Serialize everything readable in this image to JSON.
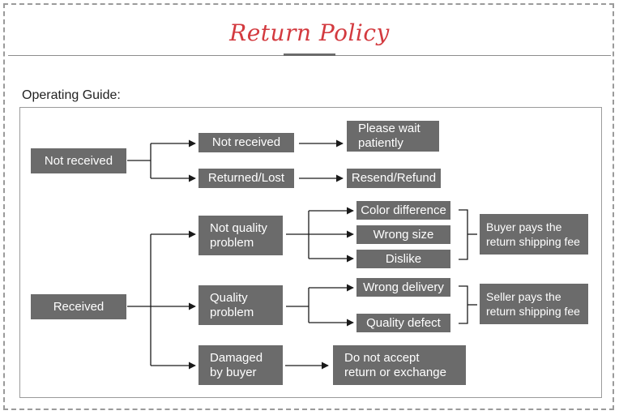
{
  "header": {
    "title": "Return Policy"
  },
  "guide_label": "Operating Guide:",
  "nodes": {
    "not_received": "Not received",
    "branch_not_received": "Not received",
    "returned_lost": "Returned/Lost",
    "please_wait": "Please wait\npatiently",
    "resend_refund": "Resend/Refund",
    "received": "Received",
    "not_quality_problem": "Not quality\nproblem",
    "color_difference": "Color difference",
    "wrong_size": "Wrong size",
    "dislike": "Dislike",
    "buyer_pays": "Buyer pays the\nreturn shipping fee",
    "quality_problem": "Quality\nproblem",
    "wrong_delivery": "Wrong delivery",
    "quality_defect": "Quality defect",
    "seller_pays": "Seller pays the\nreturn shipping fee",
    "damaged_by_buyer": "Damaged\nby buyer",
    "do_not_accept": "Do not accept\nreturn or exchange"
  },
  "colors": {
    "title": "#d33a3f",
    "node_fill": "#6b6b6b",
    "node_text": "#ffffff",
    "connector": "#1a1a1a"
  }
}
